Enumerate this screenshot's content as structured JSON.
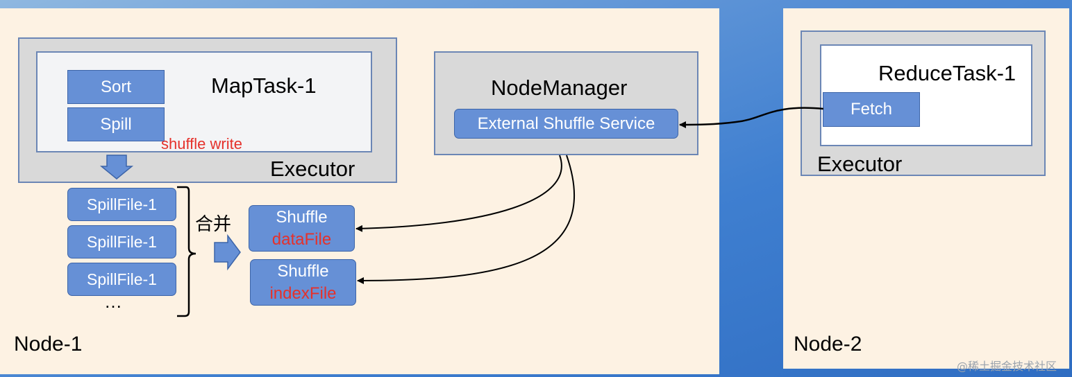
{
  "node1": {
    "label": "Node-1",
    "executor": {
      "label": "Executor",
      "map_task": {
        "label": "MapTask-1",
        "sort_label": "Sort",
        "spill_label": "Spill",
        "shuffle_write_label": "shuffle write"
      }
    },
    "spill_files": [
      "SpillFile-1",
      "SpillFile-1",
      "SpillFile-1"
    ],
    "ellipsis": "…",
    "merge_label": "合并",
    "shuffle_data_file": {
      "line1": "Shuffle",
      "line2": "dataFile"
    },
    "shuffle_index_file": {
      "line1": "Shuffle",
      "line2": "indexFile"
    },
    "node_manager": {
      "label": "NodeManager",
      "service_label": "External Shuffle Service"
    }
  },
  "node2": {
    "label": "Node-2",
    "executor": {
      "label": "Executor",
      "reduce_task": {
        "label": "ReduceTask-1",
        "fetch_label": "Fetch"
      }
    }
  },
  "watermark": "@稀土掘金技术社区",
  "colors": {
    "node_bg": "#fdf2e3",
    "box_blue": "#6690d6",
    "executor_gray": "#d9d9d9",
    "highlight_red": "#e5312b"
  }
}
